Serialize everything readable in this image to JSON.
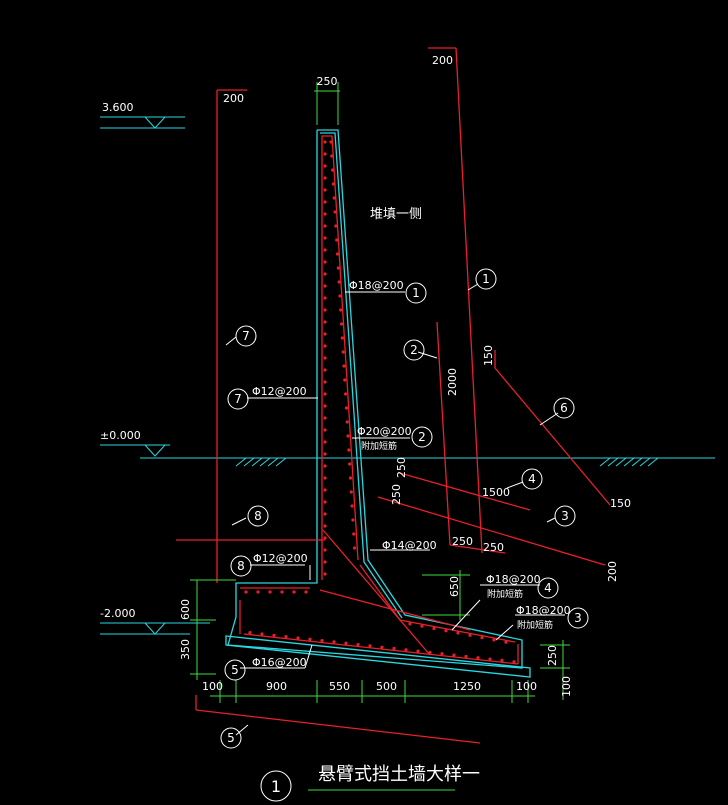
{
  "title": "悬臂式挡土墙大样一",
  "detail_number": "1",
  "backfill_note": "堆填一侧",
  "elevations": {
    "top": "3.600",
    "ground": "±0.000",
    "base": "-2.000"
  },
  "dims": {
    "top_width": "250",
    "d200_left": "200",
    "d200_right": "200",
    "d150_a": "150",
    "d150_b": "150",
    "d2000": "2000",
    "d1500": "1500",
    "d250_a": "250",
    "d250_b": "250",
    "d250_c": "250",
    "d250_d": "250",
    "d200_bottom": "200",
    "d650": "650",
    "d600": "600",
    "d350": "350",
    "d250_side": "250",
    "d100_side": "100",
    "base_100_left": "100",
    "base_900": "900",
    "base_550": "550",
    "base_500": "500",
    "base_1250": "1250",
    "base_100_right": "100"
  },
  "rebars": {
    "r1": "Φ18@200",
    "r2": "Φ20@200",
    "r2_note": "附加短筋",
    "r7": "Φ12@200",
    "r8": "Φ12@200",
    "r_mid": "Φ14@200",
    "r4": "Φ18@200",
    "r4_note": "附加短筋",
    "r3": "Φ18@200",
    "r3_note": "附加短筋",
    "r5": "Φ16@200"
  },
  "markers": {
    "m1": "1",
    "m2": "2",
    "m3": "3",
    "m4": "4",
    "m5": "5",
    "m6": "6",
    "m7": "7",
    "m8": "8"
  },
  "colors": {
    "concrete": "#29d7e0",
    "rebar": "#e8202a",
    "ground": "#29d7e0",
    "dimension": "#3ddc3d",
    "leader": "#ffffff",
    "marker_circle": "#ffffff"
  }
}
